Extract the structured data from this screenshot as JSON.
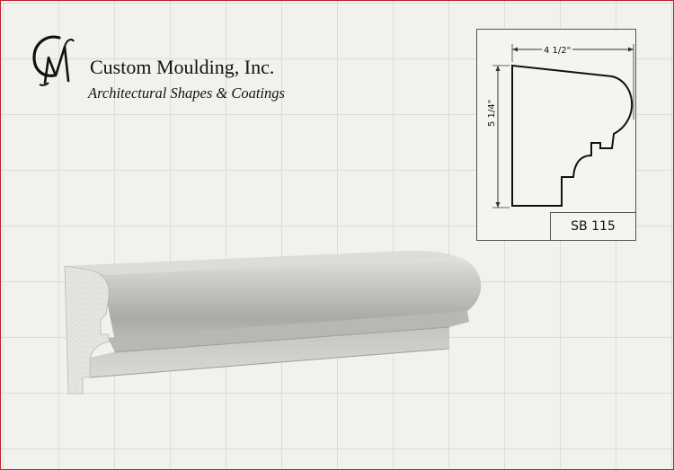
{
  "brand": {
    "monogram": "CM",
    "name": "Custom Moulding, Inc.",
    "tagline": "Architectural Shapes & Coatings"
  },
  "profile_drawing": {
    "width_label": "4 1/2\"",
    "height_label": "5 1/4\"",
    "product_code": "SB 115"
  },
  "colors": {
    "frame_border": "#b8262b",
    "background": "#f3f1ec",
    "grid_lines": "#dedcd6"
  }
}
